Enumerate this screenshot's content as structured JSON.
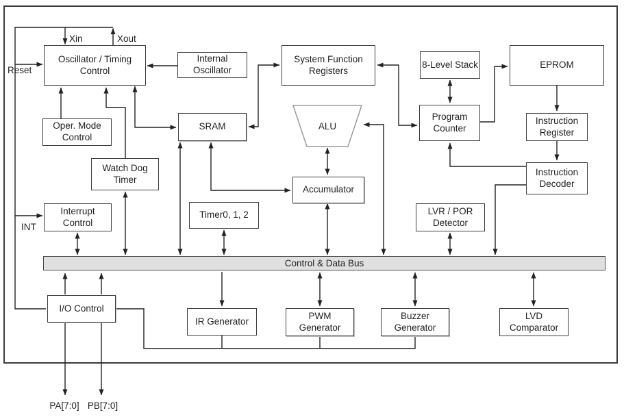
{
  "diagram": {
    "bus_label": "Control & Data Bus",
    "blocks": {
      "osc_timing": {
        "label": "Oscillator / Timing Control"
      },
      "internal_osc": {
        "label": "Internal Oscillator"
      },
      "sys_func_reg": {
        "label": "System Function Registers"
      },
      "stack": {
        "label": "8-Level Stack"
      },
      "eprom": {
        "label": "EPROM"
      },
      "oper_mode": {
        "label": "Oper. Mode Control"
      },
      "sram": {
        "label": "SRAM"
      },
      "alu": {
        "label": "ALU"
      },
      "prog_counter": {
        "label": "Program Counter"
      },
      "instr_reg": {
        "label": "Instruction Register"
      },
      "wdt": {
        "label": "Watch Dog Timer"
      },
      "accumulator": {
        "label": "Accumulator"
      },
      "instr_decoder": {
        "label": "Instruction Decoder"
      },
      "int_control": {
        "label": "Interrupt Control"
      },
      "timer": {
        "label": "Timer0, 1, 2"
      },
      "lvr_por": {
        "label": "LVR / POR Detector"
      },
      "io_control": {
        "label": "I/O Control"
      },
      "ir_gen": {
        "label": "IR Generator"
      },
      "pwm_gen": {
        "label": "PWM Generator"
      },
      "buzzer_gen": {
        "label": "Buzzer Generator"
      },
      "lvd_comp": {
        "label": "LVD Comparator"
      }
    },
    "pins": {
      "xin": "Xin",
      "xout": "Xout",
      "reset": "Reset",
      "int": "INT",
      "pa": "PA[7:0]",
      "pb": "PB[7:0]"
    },
    "colors": {
      "bus_fill": "#e0e0e0",
      "line": "#222222",
      "box_border": "#3d3d3d"
    }
  }
}
